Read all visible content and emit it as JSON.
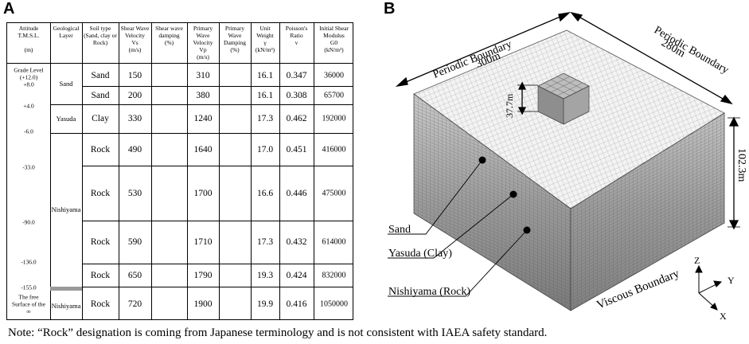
{
  "panel_a_label": "A",
  "panel_b_label": "B",
  "table": {
    "headers": [
      "Attitude\nT.M.S.L.\n\n(m)",
      "Geological\nLayer",
      "Soil type\n(Sand, clay or\nRock)",
      "Shear Wave\nVelocity\nVs\n(m/s)",
      "Shear wave\ndamping\n(%)",
      "Primary\nWave\nVelocity\nVp\n(m/s)",
      "Primary\nWave\nDamping\n(%)",
      "Unit Weight\nγ\n(kN/m³)",
      "Poisson's\nRatio\nν",
      "Initial Shear\nModulus\nG0\n(kN/m²)"
    ],
    "altitudes": [
      "Grade Level\n(+12.0)\n+8.0",
      "+4.0",
      "-6.0",
      "-33.0",
      "-90.0",
      "-136.0",
      "-155.0",
      "The free\nSurface of the\n∞"
    ],
    "layers": [
      "Sand",
      "Yasuda",
      "Nishiyama",
      "Nishiyama"
    ],
    "rows": [
      {
        "soil": "Sand",
        "vs": "150",
        "vp": "310",
        "gamma": "16.1",
        "nu": "0.347",
        "g0": "36000"
      },
      {
        "soil": "Sand",
        "vs": "200",
        "vp": "380",
        "gamma": "16.1",
        "nu": "0.308",
        "g0": "65700"
      },
      {
        "soil": "Clay",
        "vs": "330",
        "vp": "1240",
        "gamma": "17.3",
        "nu": "0.462",
        "g0": "192000"
      },
      {
        "soil": "Rock",
        "vs": "490",
        "vp": "1640",
        "gamma": "17.0",
        "nu": "0.451",
        "g0": "416000"
      },
      {
        "soil": "Rock",
        "vs": "530",
        "vp": "1700",
        "gamma": "16.6",
        "nu": "0.446",
        "g0": "475000"
      },
      {
        "soil": "Rock",
        "vs": "590",
        "vp": "1710",
        "gamma": "17.3",
        "nu": "0.432",
        "g0": "614000"
      },
      {
        "soil": "Rock",
        "vs": "650",
        "vp": "1790",
        "gamma": "19.3",
        "nu": "0.424",
        "g0": "832000"
      },
      {
        "soil": "Rock",
        "vs": "720",
        "vp": "1900",
        "gamma": "19.9",
        "nu": "0.416",
        "g0": "1050000"
      }
    ]
  },
  "model": {
    "boundary_left": "Periodic Boundary",
    "dim_left": "300m",
    "boundary_right": "Periodic Boundary",
    "dim_right": "280m",
    "building_height": "37.7m",
    "depth": "102.3m",
    "viscous": "Viscous Boundary",
    "labels": [
      "Sand",
      "Yasuda (Clay)",
      "Nishiyama (Rock)"
    ],
    "axes": [
      "Z",
      "Y",
      "X"
    ]
  },
  "note": "Note: “Rock” designation is coming from Japanese terminology and is not consistent with IAEA safety standard."
}
